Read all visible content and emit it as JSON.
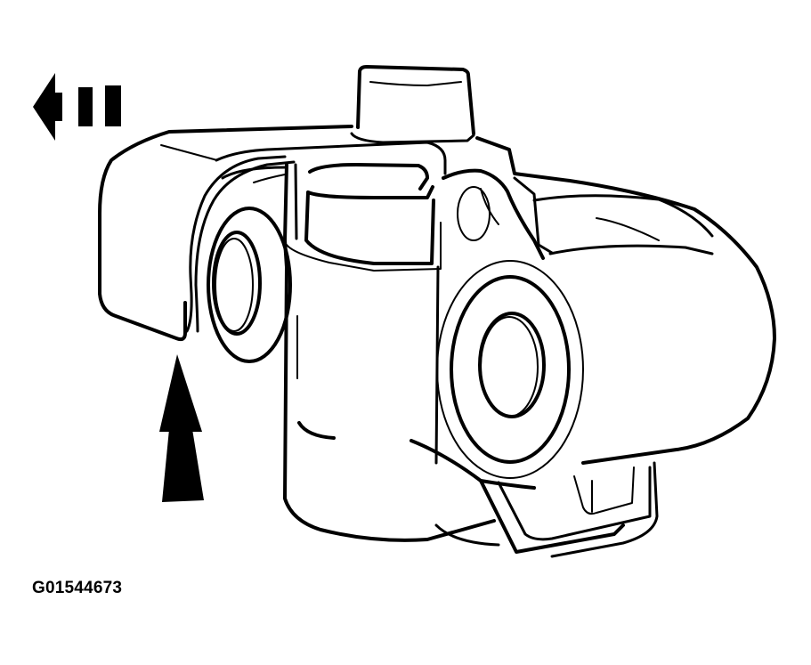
{
  "figure": {
    "subject": "Part line illustration (valve/housing assembly)",
    "id_label": "G01544673",
    "colors": {
      "line": "#000000",
      "background": "#ffffff"
    },
    "annotations": [
      {
        "name": "direction-arrow-left",
        "type": "dashed arrow",
        "direction": "left"
      },
      {
        "name": "direction-arrow-up",
        "type": "solid arrow",
        "direction": "up"
      }
    ]
  }
}
